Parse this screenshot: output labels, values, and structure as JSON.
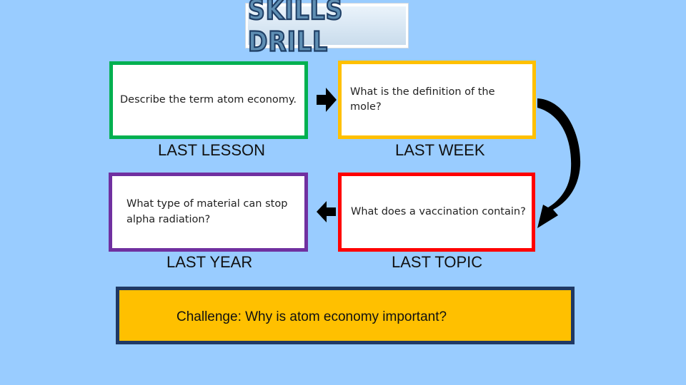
{
  "logo": {
    "text": "SKILLS DRILL"
  },
  "cards": [
    {
      "question": "Describe the term atom economy.",
      "label": "LAST LESSON"
    },
    {
      "question": "What is the definition of the mole?",
      "label": "LAST WEEK"
    },
    {
      "question": "What type of material can stop alpha radiation?",
      "label": "LAST YEAR"
    },
    {
      "question": "What does a vaccination contain?",
      "label": "LAST TOPIC"
    }
  ],
  "challenge": {
    "text": "Challenge: Why is atom economy important?"
  },
  "colors": {
    "background": "#99CCFF",
    "green": "#00B050",
    "yellow": "#FFC000",
    "purple": "#7030A0",
    "red": "#FF0000",
    "challenge": "#FFC000",
    "challenge_border": "#1F3864"
  }
}
